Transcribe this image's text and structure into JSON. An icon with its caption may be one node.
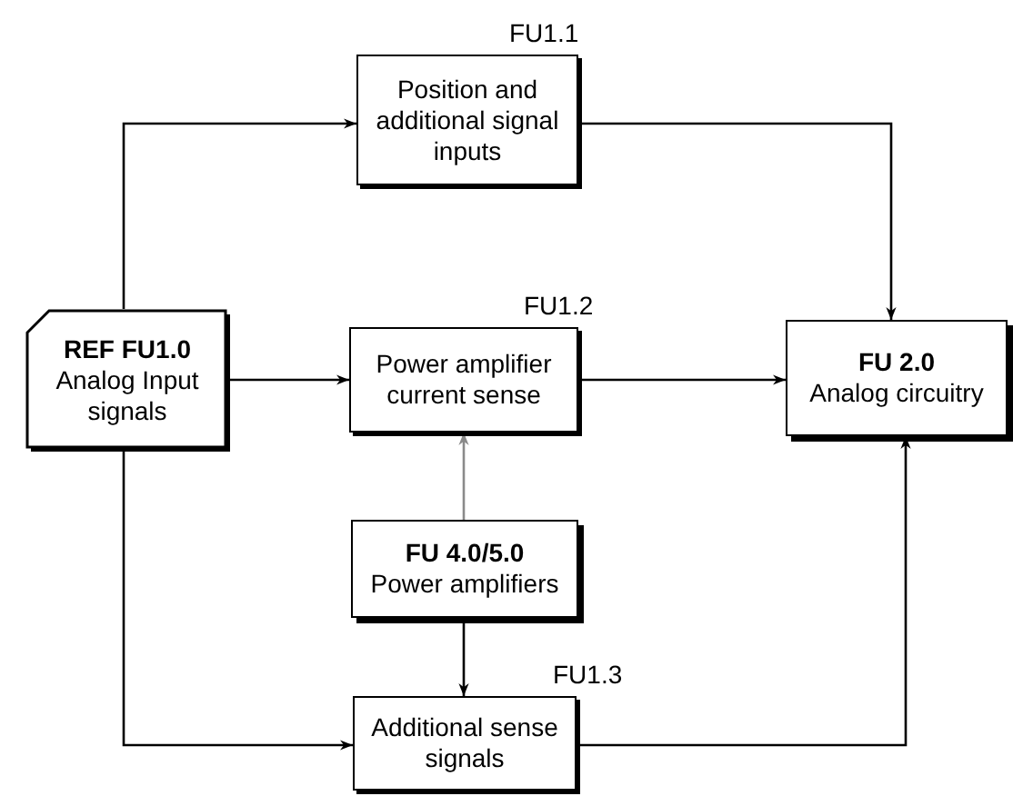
{
  "diagram": {
    "nodes": [
      {
        "text": [
          "REF FU1.0",
          "Analog Input signals"
        ]
      },
      {
        "text": [
          "Position and additional signal inputs"
        ],
        "beside": [
          "FU1.1"
        ]
      },
      {
        "text": [
          "Power amplifier current sense"
        ],
        "beside": [
          "FU1.2"
        ]
      },
      {
        "text": [
          "FU 2.0",
          "Analog circuitry"
        ]
      },
      {
        "text": [
          "FU 4.0/5.0",
          "Power amplifiers"
        ]
      },
      {
        "text": [
          "Additional sense signals"
        ],
        "beside": [
          "FU1.3"
        ]
      }
    ],
    "edges": [
      {
        "from": 0,
        "to": 1,
        "arrow": "to"
      },
      {
        "from": 0,
        "to": 2,
        "arrow": "to"
      },
      {
        "from": 0,
        "to": 5,
        "arrow": "to"
      },
      {
        "from": 1,
        "to": 3,
        "arrow": "to"
      },
      {
        "from": 2,
        "to": 3,
        "arrow": "to"
      },
      {
        "from": 4,
        "to": 2,
        "arrow": "to",
        "color": "#8a8a8a"
      },
      {
        "from": 4,
        "to": 5,
        "arrow": "to"
      },
      {
        "from": 5,
        "to": 3,
        "arrow": "to"
      }
    ]
  }
}
